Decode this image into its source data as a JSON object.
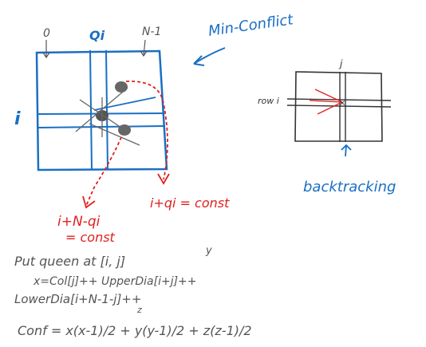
{
  "title": "Min-Conflict",
  "board": {
    "col_zero_label": "0",
    "col_q_label": "Qi",
    "col_last_label": "N-1",
    "row_label": "i"
  },
  "constraints": {
    "anti_diagonal": "i+N-qi",
    "anti_diagonal_const": "= const",
    "diagonal": "i+qi = const"
  },
  "backtracking": {
    "label": "backtracking",
    "col_label": "j",
    "row_label": "row i"
  },
  "notes": {
    "line1": "Put queen at [i, j]",
    "line1_annot": "y",
    "line2": "x=Col[j]++   UpperDia[i+j]++",
    "line3": "LowerDia[i+N-1-j]++",
    "line3_annot": "z",
    "line4": "Conf = x(x-1)/2 + y(y-1)/2 + z(z-1)/2"
  },
  "colors": {
    "blue": "#1a6fc4",
    "red": "#e02020",
    "gray": "#555555"
  }
}
